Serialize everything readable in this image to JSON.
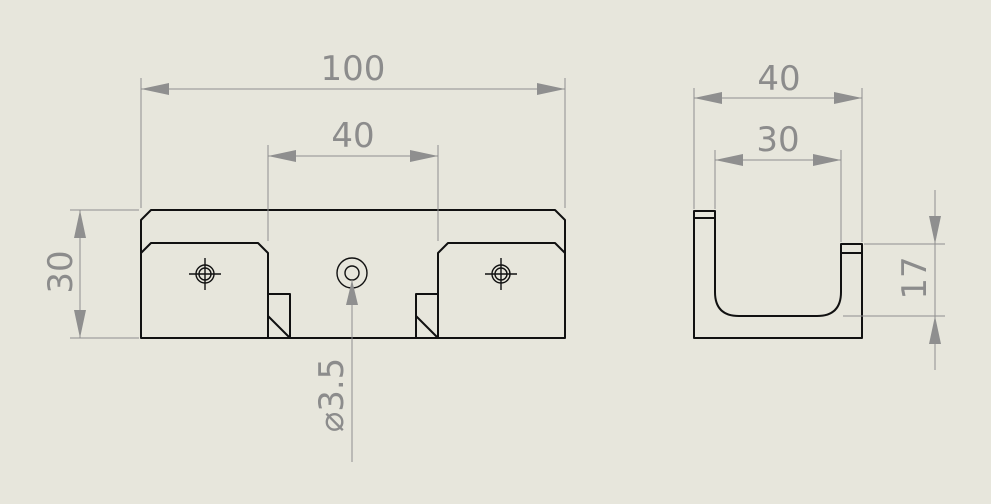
{
  "drawing": {
    "front_view": {
      "overall_width": "100",
      "center_width": "40",
      "height": "30",
      "hole_diameter": "⌀3.5"
    },
    "side_view": {
      "overall_width": "40",
      "inner_width": "30",
      "depth": "17"
    }
  },
  "colors": {
    "background": "#e7e6dc",
    "geometry": "#111111",
    "dimension": "#8f8f8f"
  }
}
